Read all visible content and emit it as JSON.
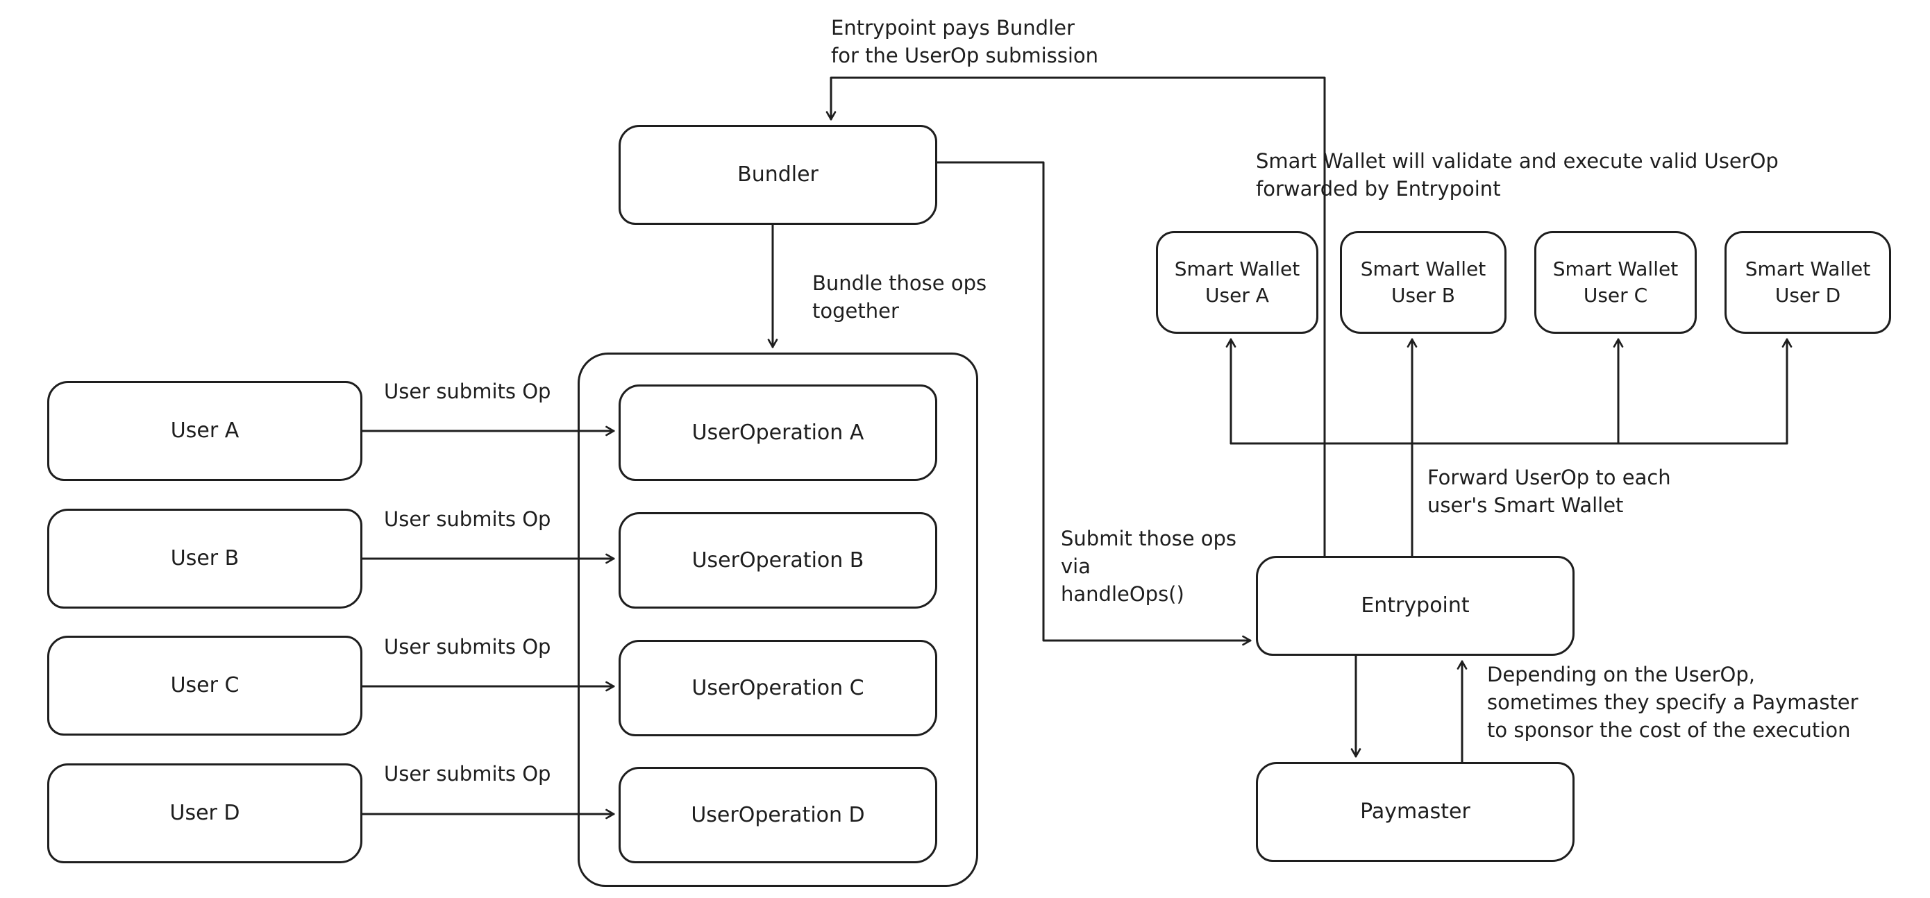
{
  "colors": {
    "stroke": "#1e1e1e",
    "background": "#ffffff"
  },
  "nodes": {
    "user_a": "User A",
    "user_b": "User B",
    "user_c": "User C",
    "user_d": "User D",
    "userop_a": "UserOperation A",
    "userop_b": "UserOperation B",
    "userop_c": "UserOperation C",
    "userop_d": "UserOperation D",
    "bundler": "Bundler",
    "entrypoint": "Entrypoint",
    "paymaster": "Paymaster",
    "wallet_a": "Smart Wallet\nUser A",
    "wallet_b": "Smart Wallet\nUser B",
    "wallet_c": "Smart Wallet\nUser C",
    "wallet_d": "Smart Wallet\nUser D"
  },
  "labels": {
    "user_submits": "User submits Op",
    "bundle": "Bundle those ops\ntogether",
    "pays": "Entrypoint pays Bundler\nfor the UserOp submission",
    "wallet_note": "Smart Wallet will validate and execute valid UserOp\nforwarded by Entrypoint",
    "forward": "Forward UserOp to each\nuser's Smart Wallet",
    "submit_ops": "Submit those ops\nvia\nhandleOps()",
    "paymaster_note": "Depending on the UserOp,\nsometimes they specify a Paymaster\nto sponsor the cost of the execution"
  }
}
